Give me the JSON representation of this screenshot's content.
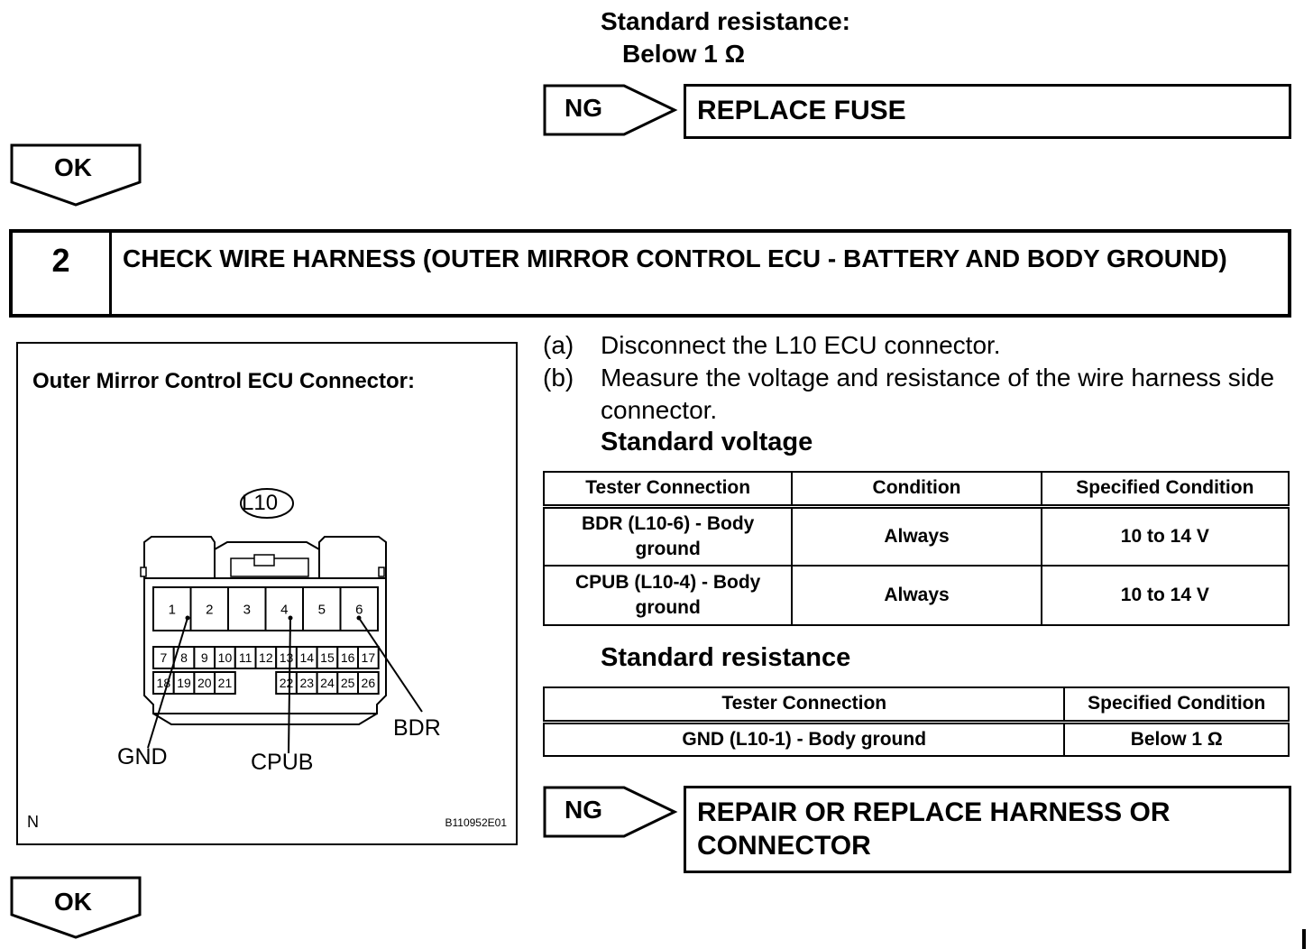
{
  "top_check": {
    "standard_label": "Standard resistance:",
    "standard_value": "Below 1 Ω",
    "ng": {
      "label": "NG",
      "action": "REPLACE FUSE"
    },
    "ok_label": "OK"
  },
  "step": {
    "number": "2",
    "title": "CHECK WIRE HARNESS (OUTER MIRROR CONTROL ECU - BATTERY AND BODY GROUND)"
  },
  "figure": {
    "title": "Outer Mirror Control ECU  Connector:",
    "connector_id": "L10",
    "pins_row1": [
      "1",
      "2",
      "3",
      "4",
      "5",
      "6"
    ],
    "pins_row2": [
      "7",
      "8",
      "9",
      "10",
      "11",
      "12",
      "13",
      "14",
      "15",
      "16",
      "17"
    ],
    "pins_row3_left": [
      "18",
      "19",
      "20",
      "21"
    ],
    "pins_row3_right": [
      "22",
      "23",
      "24",
      "25",
      "26"
    ],
    "labels": {
      "gnd": "GND",
      "cpub": "CPUB",
      "bdr": "BDR"
    },
    "corner_mark": "N",
    "figure_code": "B110952E01"
  },
  "instructions": [
    {
      "letter": "(a)",
      "text": "Disconnect the L10 ECU connector."
    },
    {
      "letter": "(b)",
      "text": "Measure the voltage and resistance of the wire harness side connector."
    }
  ],
  "voltage": {
    "heading": "Standard voltage",
    "headers": [
      "Tester Connection",
      "Condition",
      "Specified Condition"
    ],
    "rows": [
      [
        "BDR (L10-6) - Body ground",
        "Always",
        "10 to 14 V"
      ],
      [
        "CPUB (L10-4) - Body ground",
        "Always",
        "10 to 14 V"
      ]
    ]
  },
  "resistance": {
    "heading": "Standard resistance",
    "headers": [
      "Tester Connection",
      "Specified Condition"
    ],
    "rows": [
      [
        "GND (L10-1) - Body ground",
        "Below 1 Ω"
      ]
    ]
  },
  "bottom_check": {
    "ng": {
      "label": "NG",
      "action": "REPAIR OR REPLACE HARNESS OR CONNECTOR"
    },
    "ok_label": "OK"
  }
}
